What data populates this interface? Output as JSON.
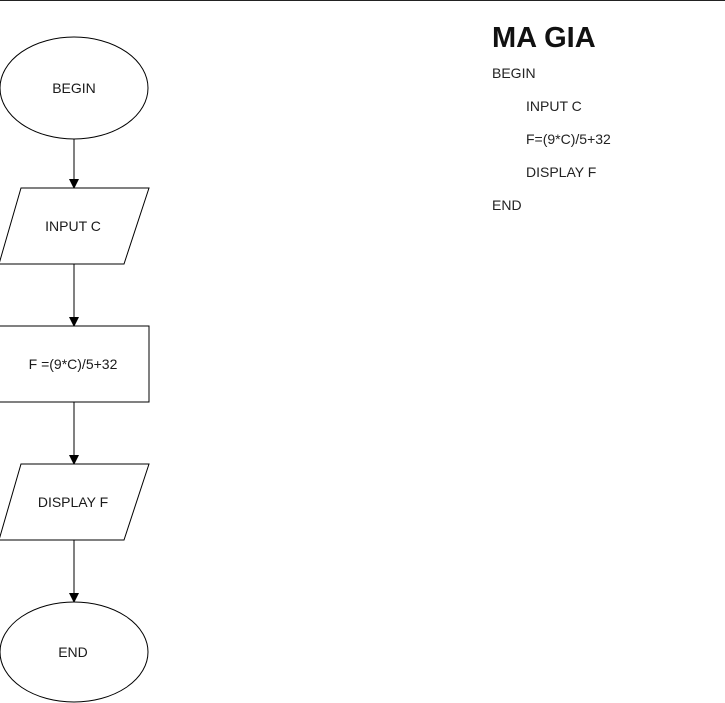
{
  "flowchart": {
    "begin": "BEGIN",
    "input": "INPUT C",
    "process": "F =(9*C)/5+32",
    "display": "DISPLAY F",
    "end": "END"
  },
  "pseudocode": {
    "title": "MA GIA",
    "lines": [
      "BEGIN",
      "INPUT C",
      "F=(9*C)/5+32",
      "DISPLAY F",
      "END"
    ]
  }
}
